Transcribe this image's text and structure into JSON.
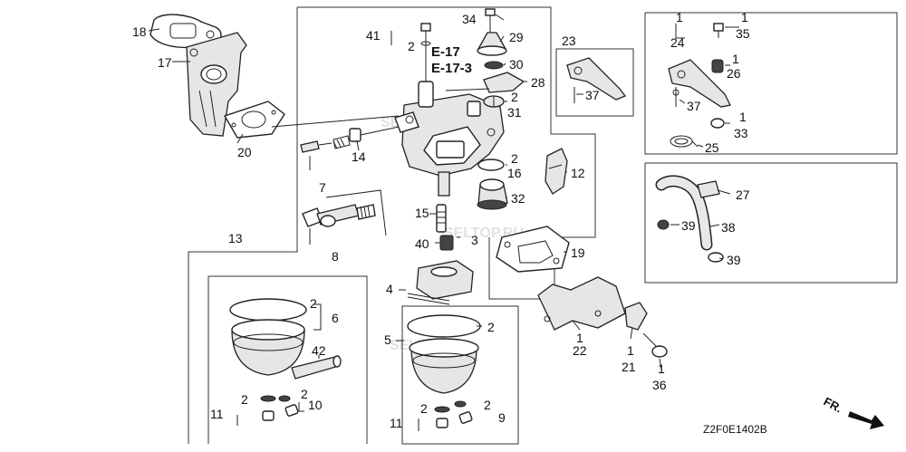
{
  "diagram": {
    "drawing_code": "Z2F0E1402B",
    "direction_mark": "FR.",
    "watermark": "SELTOP.RU",
    "references": [
      "E-17",
      "E-17-3"
    ],
    "callouts": {
      "c18": "18",
      "c17": "17",
      "c20": "20",
      "c41": "41",
      "c41q": "2",
      "c34": "34",
      "c29": "29",
      "c30": "30",
      "c28": "28",
      "c31q": "2",
      "c31": "31",
      "c23": "23",
      "c37a": "37",
      "c35q": "1",
      "c35": "35",
      "c24q": "1",
      "c24": "24",
      "c26q": "1",
      "c26": "26",
      "c37b": "37",
      "c33q": "1",
      "c33": "33",
      "c25": "25",
      "c14": "14",
      "c7": "7",
      "c16q": "2",
      "c16": "16",
      "c12": "12",
      "c32": "32",
      "c27": "27",
      "c39a": "39",
      "c38": "38",
      "c39b": "39",
      "c15": "15",
      "c40": "40",
      "c3": "3",
      "c19": "19",
      "c8": "8",
      "c13": "13",
      "c4": "4",
      "c22q": "1",
      "c22": "22",
      "c21q": "1",
      "c21": "21",
      "c36q": "1",
      "c36": "36",
      "c6q": "2",
      "c6": "6",
      "c42": "42",
      "c11aq": "2",
      "c11a": "11",
      "c10q": "2",
      "c10": "10",
      "c5": "5",
      "c5q": "2",
      "c11bq": "2",
      "c11b": "11",
      "c9q": "2",
      "c9": "9"
    }
  }
}
